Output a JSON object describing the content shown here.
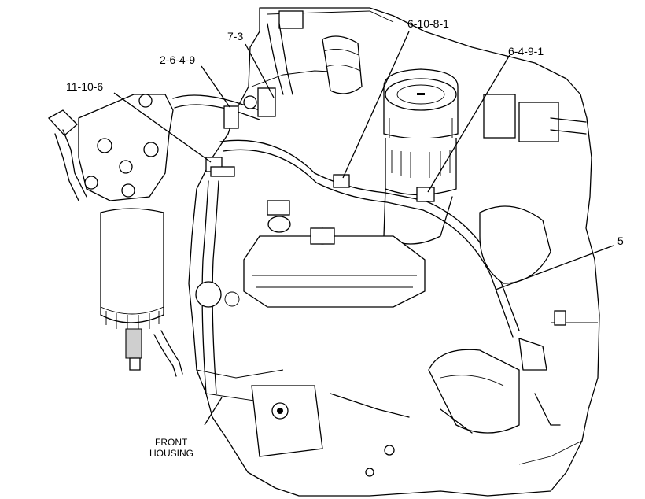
{
  "callouts": {
    "c1": "7-3",
    "c2": "6-10-8-1",
    "c3": "2-6-4-9",
    "c4": "6-4-9-1",
    "c5": "11-10-6",
    "c6": "5"
  },
  "front_housing": {
    "line1": "FRONT",
    "line2": "HOUSING"
  }
}
